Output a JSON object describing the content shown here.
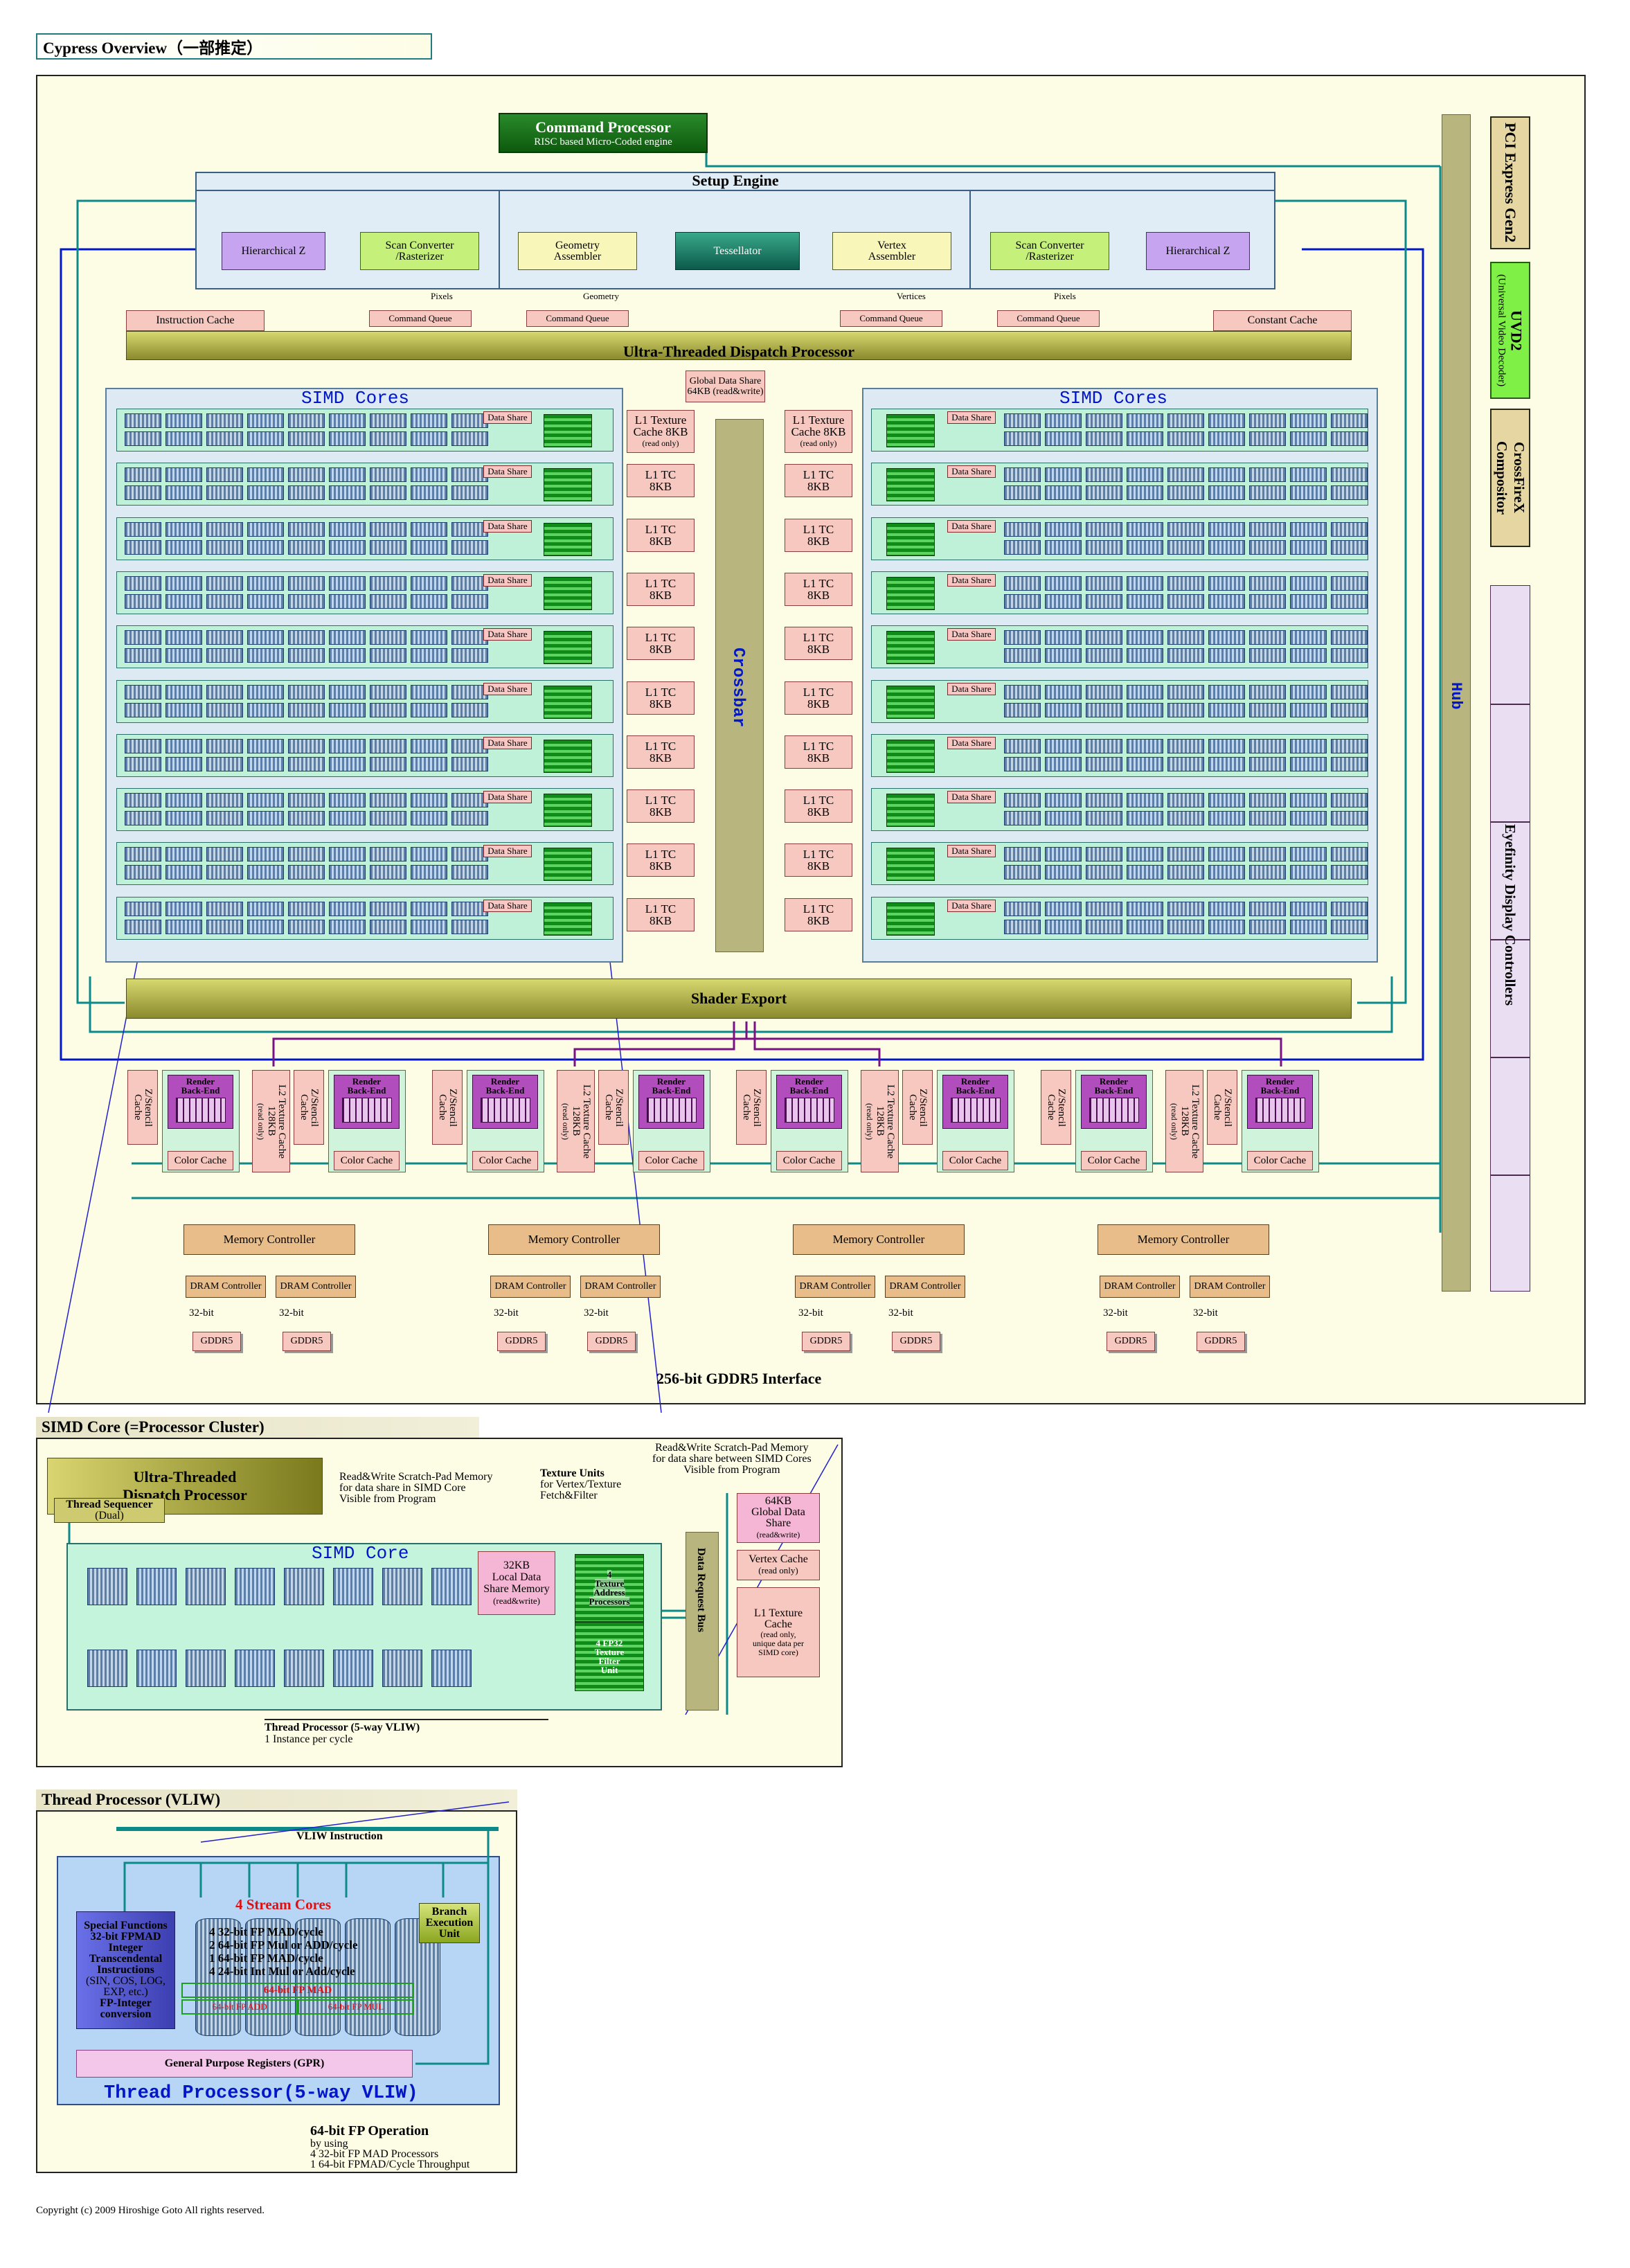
{
  "title": "Cypress Overview（一部推定）",
  "command_processor": {
    "title": "Command Processor",
    "subtitle": "RISC based Micro-Coded engine"
  },
  "setup_engine": {
    "title": "Setup Engine",
    "hier_z": "Hierarchical Z",
    "scan_converter": [
      "Scan Converter",
      "/Rasterizer"
    ],
    "geometry_assembler": [
      "Geometry",
      "Assembler"
    ],
    "tessellator": "Tessellator",
    "vertex_assembler": [
      "Vertex",
      "Assembler"
    ],
    "flow_labels": [
      "Pixels",
      "Geometry",
      "Vertices",
      "Pixels"
    ]
  },
  "dispatch": {
    "instruction_cache": "Instruction  Cache",
    "constant_cache": "Constant Cache",
    "command_queue": "Command Queue",
    "title": "Ultra-Threaded Dispatch Processor"
  },
  "simd": {
    "title": "SIMD Cores",
    "data_share": "Data Share",
    "global_data_share": [
      "Global Data Share",
      "64KB (read&write)"
    ],
    "l1_first": [
      "L1 Texture",
      "Cache 8KB",
      "(read only)"
    ],
    "l1_rest": [
      "L1 TC",
      "8KB"
    ],
    "crossbar": "Crossbar"
  },
  "shader_export": "Shader Export",
  "right_side": {
    "hub": "Hub",
    "pcie": "PCI Express Gen2",
    "uvd": [
      "UVD2",
      "(Universal Video Decoder)"
    ],
    "crossfire": [
      "CrossFireX",
      "Compositor"
    ],
    "eyefinity": "Eyefinity Display Controllers"
  },
  "rop": {
    "z_stencil": [
      "Z/Stencil",
      "Cache"
    ],
    "render_backend": [
      "Render",
      "Back-End"
    ],
    "color_cache": "Color Cache",
    "l2": [
      "L2 Texture Cache",
      "128KB",
      "(read only)"
    ]
  },
  "memory": {
    "controller": "Memory Controller",
    "dram": "DRAM Controller",
    "bits": "32-bit",
    "gddr": "GDDR5",
    "interface": "256-bit GDDR5 Interface"
  },
  "section2": {
    "title": "SIMD Core (=Processor Cluster)",
    "dispatch": [
      "Ultra-Threaded",
      "Dispatch Processor"
    ],
    "thread_seq": [
      "Thread Sequencer",
      "(Dual)"
    ],
    "scratch_local": [
      "Read&Write Scratch-Pad Memory",
      "for data share in SIMD Core",
      "Visible from Program"
    ],
    "texture_units": [
      "Texture Units",
      "for Vertex/Texture",
      "Fetch&Filter"
    ],
    "scratch_global": [
      "Read&Write Scratch-Pad Memory",
      "for data share between SIMD Cores",
      "Visible from Program"
    ],
    "core_title": "SIMD Core",
    "lds": [
      "32KB",
      "Local Data",
      "Share Memory",
      "(read&write)"
    ],
    "tex_addr": [
      "4",
      "Texture",
      "Address",
      "Processors"
    ],
    "tex_filter": [
      "4 FP32",
      "Texture",
      "Filter",
      "Unit"
    ],
    "data_request_bus": "Data Request Bus",
    "gds": [
      "64KB",
      "Global Data",
      "Share",
      "(read&write)"
    ],
    "vertex_cache": [
      "Vertex Cache",
      "(read only)"
    ],
    "l1": [
      "L1 Texture",
      "Cache",
      "(read only,",
      "unique data per",
      "SIMD core)"
    ],
    "thread_proc": [
      "Thread Processor (5-way VLIW)",
      "1 Instance per cycle"
    ]
  },
  "section3": {
    "title": "Thread Processor (VLIW)",
    "vliw_instruction": "VLIW Instruction",
    "stream_cores": "4 Stream Cores",
    "branch": [
      "Branch",
      "Execution",
      "Unit"
    ],
    "special": [
      "Special Functions",
      "32-bit FPMAD",
      "Integer",
      "Transcendental",
      "Instructions",
      "(SIN, COS, LOG,",
      "EXP, etc.)",
      "FP-Integer",
      "conversion"
    ],
    "core_ops": [
      "4 32-bit FP MAD/cycle",
      "2 64-bit FP Mul or ADD/cycle",
      "1 64-bit FP MAD/cycle",
      "4 24-bit Int Mul or Add/cycle"
    ],
    "fp64_mad": "64-bit FP MAD",
    "fp64_add": "64-bit FP ADD",
    "fp64_mul": "64-bit FP MUL",
    "gpr": "General Purpose Registers (GPR)",
    "footer_title": "Thread Processor(5-way VLIW)",
    "fp64_op": [
      "64-bit FP Operation",
      "by using",
      "4 32-bit FP MAD Processors",
      "1 64-bit FPMAD/Cycle Throughput"
    ]
  },
  "copyright": "Copyright (c) 2009 Hiroshige Goto All rights reserved.",
  "colors": {
    "accent_blue": "#0016c8",
    "teal": "#0c8a8a",
    "magenta": "#7a1184",
    "olive": "#8a8a2e"
  }
}
